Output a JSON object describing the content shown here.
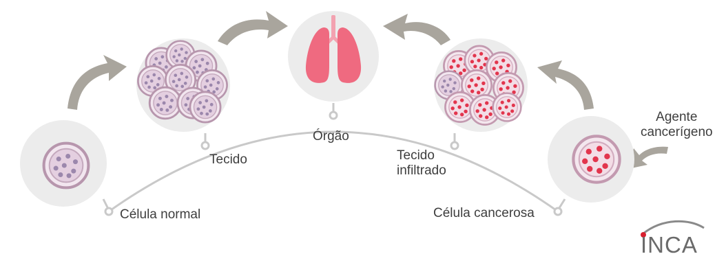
{
  "stages": [
    {
      "id": "celula-normal",
      "label": "Célula normal"
    },
    {
      "id": "tecido",
      "label": "Tecido"
    },
    {
      "id": "orgao",
      "label": "Órgão"
    },
    {
      "id": "tecido-infiltrado",
      "label_line1": "Tecido",
      "label_line2": "infiltrado"
    },
    {
      "id": "celula-cancerosa",
      "label": "Célula cancerosa"
    }
  ],
  "agent": {
    "label_line1": "Agente",
    "label_line2": "cancerígeno"
  },
  "logo": {
    "text": "INCA"
  },
  "colors": {
    "circle_bg": "#ececec",
    "arc": "#c9c9c9",
    "arrow": "#a9a59d",
    "normal_cell_fill": "#e8d4e2",
    "normal_cell_stroke": "#b796ad",
    "normal_dot": "#9b87ac",
    "cancer_dot": "#e2354d",
    "lung": "#ef6a80",
    "logo_red": "#d8202f",
    "text": "#3e3e3e"
  }
}
